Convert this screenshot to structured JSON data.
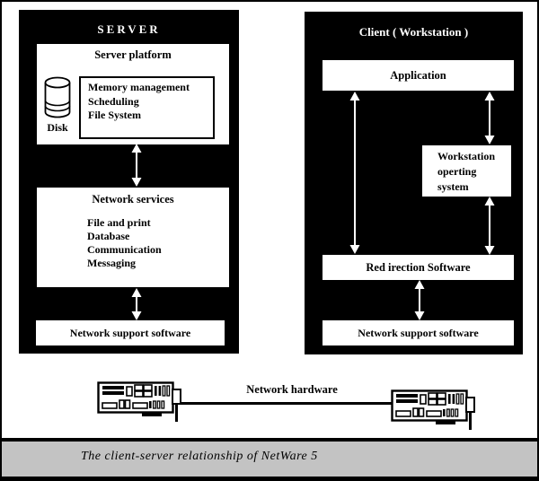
{
  "colors": {
    "panel_bg": "#000000",
    "box_bg": "#ffffff",
    "caption_bg": "#c3c3c3",
    "line": "#000000",
    "arrow": "#ffffff"
  },
  "server_panel": {
    "title": "SERVER",
    "platform": {
      "title": "Server platform",
      "disk_label": "Disk",
      "kernel_items": [
        "Memory management",
        "Scheduling",
        "File System"
      ]
    },
    "services": {
      "title": "Network services",
      "items": [
        "File and print",
        "Database",
        "Communication",
        "Messaging"
      ]
    },
    "support_label": "Network support software"
  },
  "client_panel": {
    "title": "Client ( Workstation )",
    "application_label": "Application",
    "workstation_os_lines": [
      "Workstation",
      "operting",
      "system"
    ],
    "redirection_label": "Red irection Software",
    "support_label": "Network support software"
  },
  "network": {
    "hardware_label": "Network hardware"
  },
  "caption": {
    "text": "The client-server relationship of NetWare 5"
  }
}
